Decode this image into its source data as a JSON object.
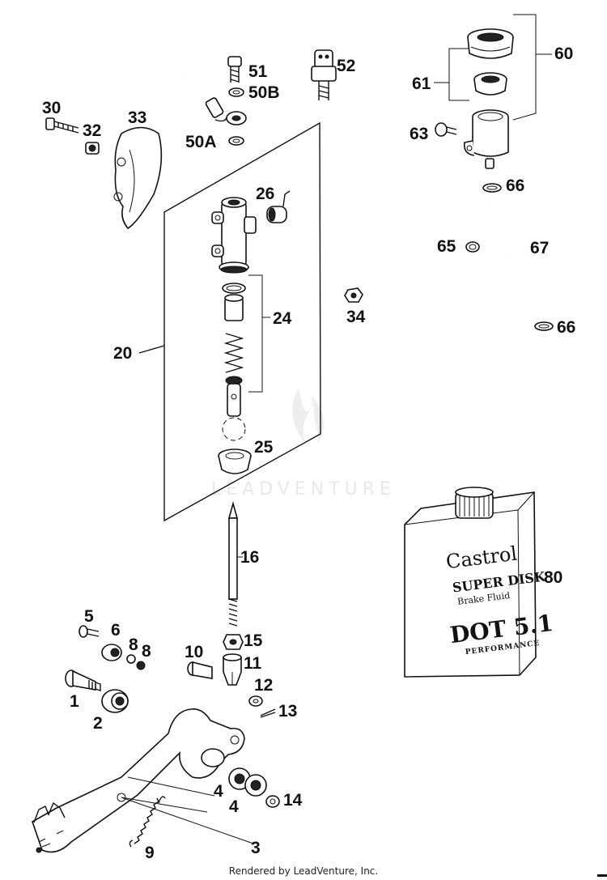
{
  "callouts": [
    "1",
    "2",
    "3",
    "4",
    "4",
    "5",
    "6",
    "8",
    "8",
    "9",
    "10",
    "11",
    "12",
    "13",
    "14",
    "15",
    "16",
    "20",
    "24",
    "25",
    "26",
    "30",
    "32",
    "33",
    "34",
    "50A",
    "50B",
    "51",
    "52",
    "60",
    "61",
    "63",
    "65",
    "66",
    "66",
    "67",
    "80"
  ],
  "bottle": {
    "brand": "Castrol",
    "product": "SUPER DISK",
    "subtitle": "Brake Fluid",
    "grade": "DOT 5.1",
    "tagline": "PERFORMANCE"
  },
  "watermark": "LEADVENTURE",
  "footer": "Rendered by LeadVenture, Inc."
}
